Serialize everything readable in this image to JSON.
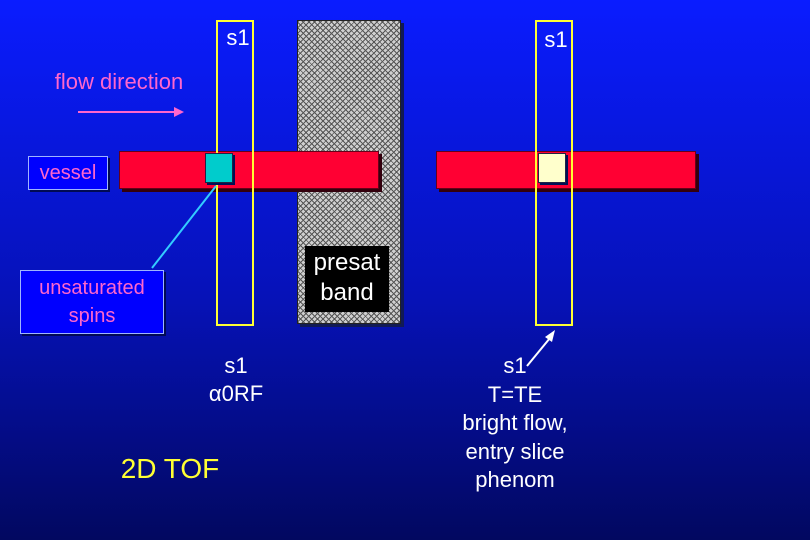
{
  "labels": {
    "s1_top_left": "s1",
    "s1_top_right": "s1",
    "flow_direction": "flow direction",
    "vessel": "vessel",
    "unsaturated_spins": [
      "unsaturated",
      "spins"
    ],
    "presat_band": [
      "presat",
      "band"
    ],
    "left_caption": [
      "s1",
      "α0RF"
    ],
    "left_caption_alpha": "α",
    "left_caption_rest": "0RF",
    "title": "2D TOF",
    "right_caption": [
      "s1",
      "T=TE",
      "bright flow,",
      "entry slice",
      "phenom"
    ]
  },
  "colors": {
    "background": "#0a1cff",
    "vessel": "#ff0033",
    "slice_outline": "#ffff33",
    "unsaturated_spin": "#00cccc",
    "bright_spin": "#ffffcc",
    "label_text": "#ff66cc",
    "arrow": "#ff66cc",
    "connector": "#33ccff"
  }
}
